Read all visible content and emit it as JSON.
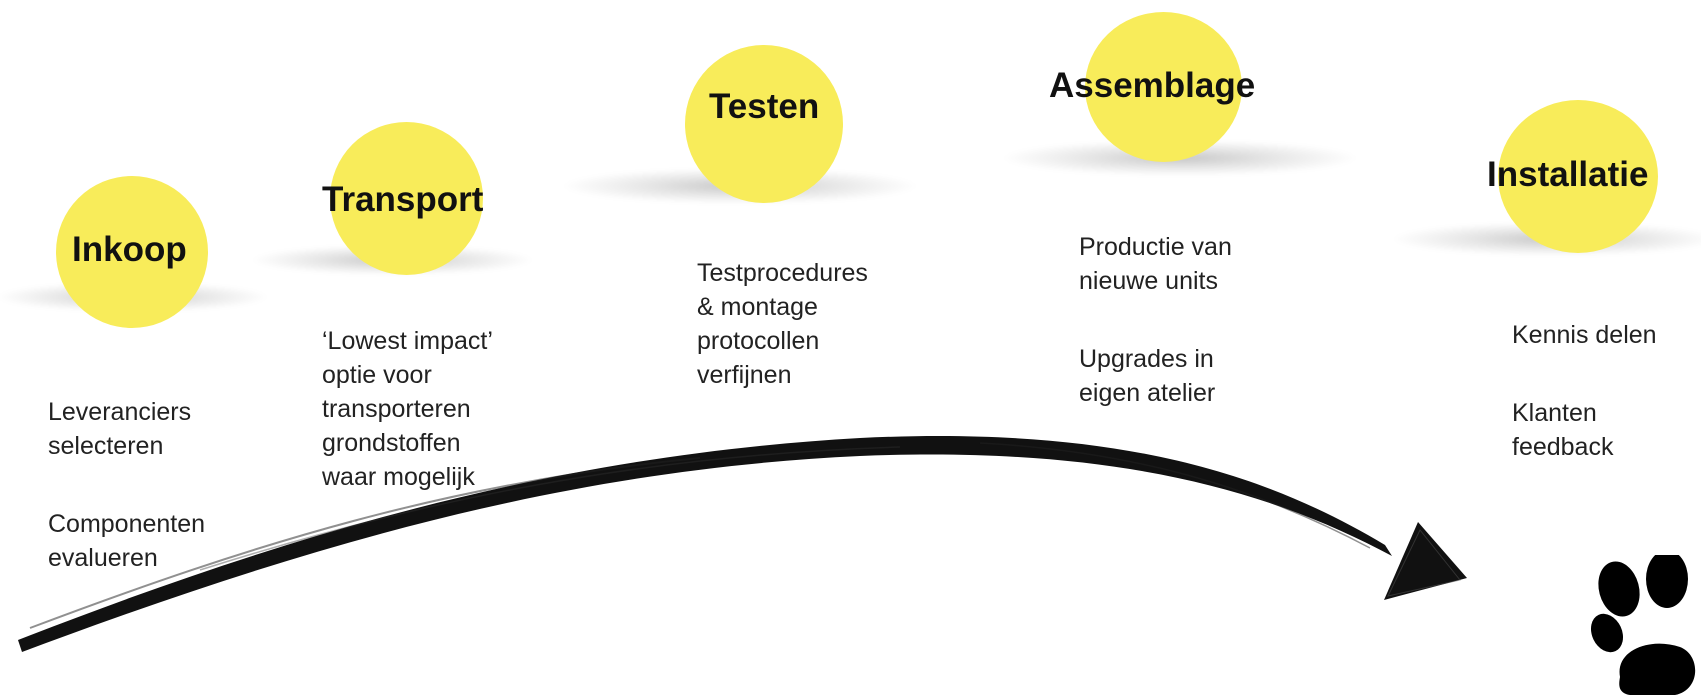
{
  "colors": {
    "accent": "#f8ec5a",
    "ink": "#111111"
  },
  "stages": [
    {
      "title": "Inkoop",
      "items": [
        "Leveranciers\nselecteren",
        "Componenten\nevalueren"
      ]
    },
    {
      "title": "Transport",
      "items": [
        "‘Lowest impact’\noptie voor\ntransporteren\ngrondstoffen\nwaar mogelijk"
      ]
    },
    {
      "title": "Testen",
      "items": [
        "Testprocedures\n& montage\nprotocollen\nverfijnen"
      ]
    },
    {
      "title": "Assemblage",
      "items": [
        "Productie van\nnieuwe units",
        "Upgrades in\neigen atelier"
      ]
    },
    {
      "title": "Installatie",
      "items": [
        "Kennis delen",
        "Klanten\nfeedback"
      ]
    }
  ],
  "icons": {
    "arrow": "brush-arrow-icon",
    "logo": "paw-icon"
  }
}
